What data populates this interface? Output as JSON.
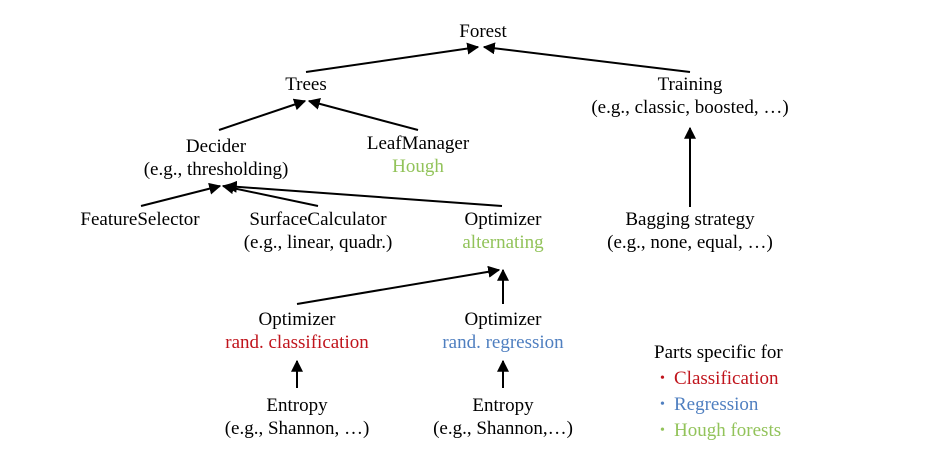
{
  "colors": {
    "hough": "#92c35a",
    "classification": "#c0141c",
    "regression": "#4f7fc0",
    "text": "#000000"
  },
  "nodes": {
    "forest": {
      "label": "Forest"
    },
    "trees": {
      "label": "Trees"
    },
    "training": {
      "label": "Training",
      "detail": "(e.g., classic, boosted, …)"
    },
    "decider": {
      "label": "Decider",
      "detail": "(e.g., thresholding)"
    },
    "leaf_manager": {
      "label": "LeafManager",
      "detail": "Hough"
    },
    "feature_selector": {
      "label": "FeatureSelector"
    },
    "surface_calculator": {
      "label": "SurfaceCalculator",
      "detail": "(e.g., linear, quadr.)"
    },
    "optimizer": {
      "label": "Optimizer",
      "detail": "alternating"
    },
    "bagging": {
      "label": "Bagging strategy",
      "detail": "(e.g., none, equal, …)"
    },
    "optimizer_class": {
      "label": "Optimizer",
      "detail": "rand. classification"
    },
    "optimizer_reg": {
      "label": "Optimizer",
      "detail": "rand. regression"
    },
    "entropy_class": {
      "label": "Entropy",
      "detail": "(e.g., Shannon, …)"
    },
    "entropy_reg": {
      "label": "Entropy",
      "detail": "(e.g., Shannon,…)"
    }
  },
  "legend": {
    "title": "Parts specific for",
    "items": [
      {
        "label": "Classification",
        "color": "#c0141c"
      },
      {
        "label": "Regression",
        "color": "#4f7fc0"
      },
      {
        "label": "Hough forests",
        "color": "#92c35a"
      }
    ]
  }
}
